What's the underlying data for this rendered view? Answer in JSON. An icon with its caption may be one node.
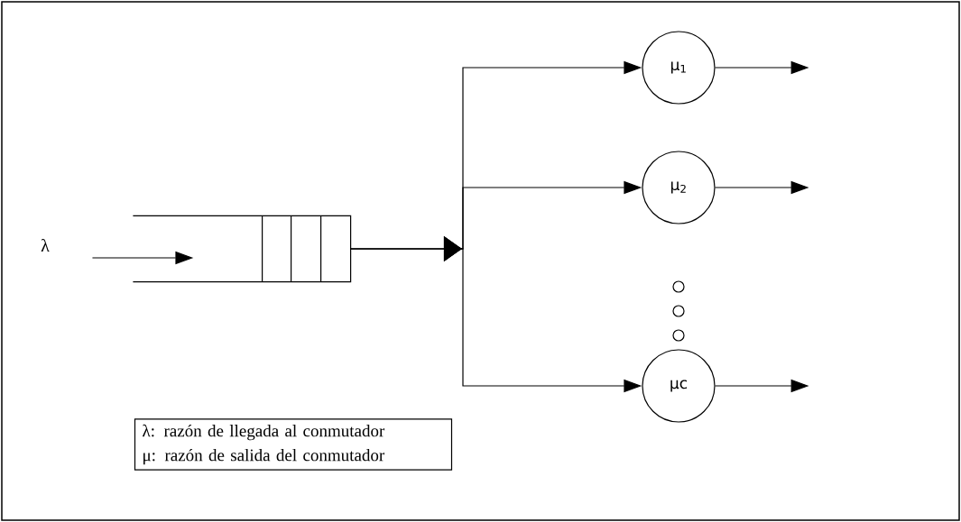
{
  "diagram": {
    "nodes": [
      {
        "text": [
          "λ"
        ]
      },
      {
        "text": [],
        "shape": "queue"
      },
      {
        "text": [
          "μ$_{1}$"
        ]
      },
      {
        "text": [
          "μ$_{2}$"
        ]
      },
      {
        "text": [
          "μc"
        ]
      },
      {
        "text": [
          "λ: razón de llegada al conmutador",
          "μ: razón de salida del conmutador"
        ]
      }
    ],
    "edges": [
      {
        "from": 0,
        "to": 1,
        "arrow": "to"
      },
      {
        "from": 1,
        "to": 2,
        "arrow": "to"
      },
      {
        "from": 1,
        "to": 3,
        "arrow": "to"
      },
      {
        "from": 1,
        "to": 4,
        "arrow": "to"
      },
      {
        "from": 2,
        "to": null,
        "arrow": "to"
      },
      {
        "from": 3,
        "to": null,
        "arrow": "to"
      },
      {
        "from": 4,
        "to": null,
        "arrow": "to"
      }
    ]
  }
}
